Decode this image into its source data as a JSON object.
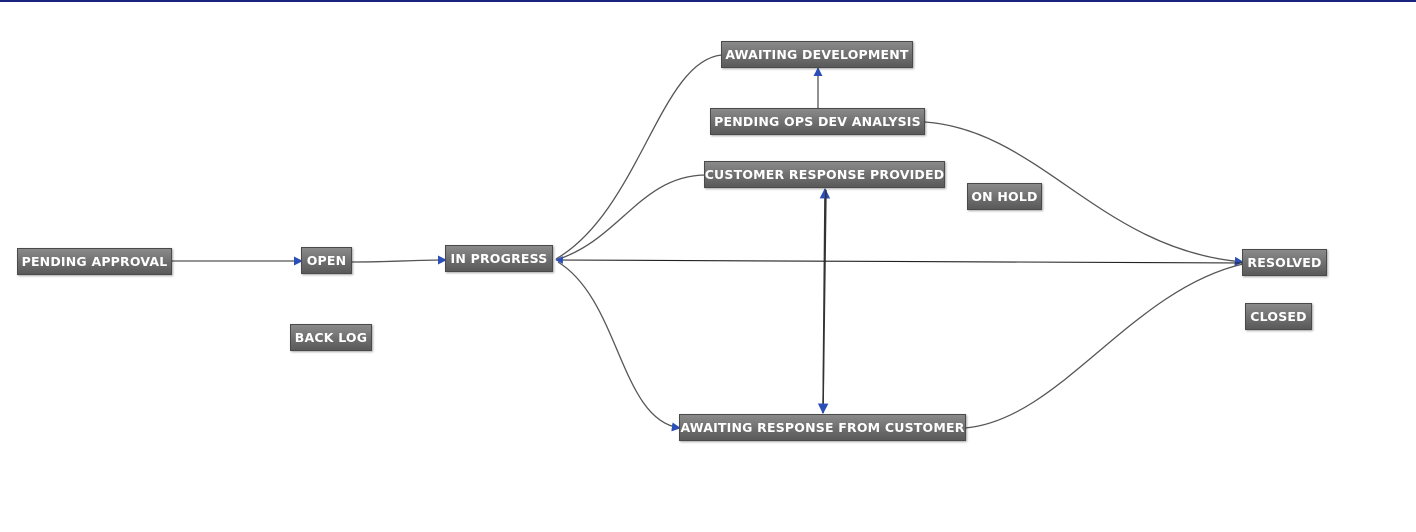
{
  "workflow": {
    "statuses": {
      "pending_approval": "PENDING APPROVAL",
      "open": "OPEN",
      "in_progress": "IN PROGRESS",
      "back_log": "BACK LOG",
      "awaiting_development": "AWAITING DEVELOPMENT",
      "pending_ops_dev_analysis": "PENDING OPS DEV ANALYSIS",
      "customer_response_provided": "CUSTOMER RESPONSE PROVIDED",
      "on_hold": "ON HOLD",
      "awaiting_response_from_customer": "AWAITING RESPONSE FROM CUSTOMER",
      "resolved": "RESOLVED",
      "closed": "CLOSED"
    },
    "transitions": [
      {
        "from": "pending_approval",
        "to": "open"
      },
      {
        "from": "open",
        "to": "in_progress"
      },
      {
        "from": "in_progress",
        "to": "awaiting_development"
      },
      {
        "from": "pending_ops_dev_analysis",
        "to": "awaiting_development"
      },
      {
        "from": "in_progress",
        "to": "customer_response_provided"
      },
      {
        "from": "in_progress",
        "to": "awaiting_response_from_customer"
      },
      {
        "from": "awaiting_response_from_customer",
        "to": "customer_response_provided"
      },
      {
        "from": "customer_response_provided",
        "to": "awaiting_response_from_customer"
      },
      {
        "from": "pending_ops_dev_analysis",
        "to": "resolved"
      },
      {
        "from": "resolved",
        "to": "in_progress"
      },
      {
        "from": "awaiting_response_from_customer",
        "to": "resolved"
      }
    ],
    "colors": {
      "node_fill": "#6e6e6e",
      "node_text": "#ffffff",
      "edge": "#555555",
      "arrowhead": "#2a4fb8",
      "topbar": "#1a237e"
    }
  }
}
